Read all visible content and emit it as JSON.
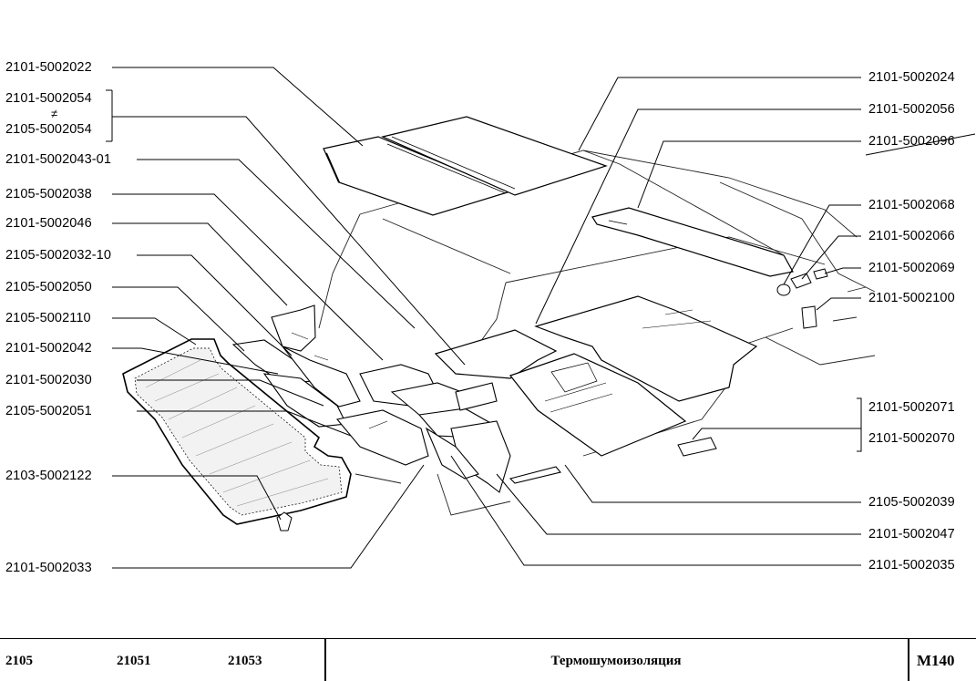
{
  "left_labels": [
    "2101-5002022",
    "2101-5002054",
    "2105-5002054",
    "2101-5002043-01",
    "2105-5002038",
    "2101-5002046",
    "2105-5002032-10",
    "2105-5002050",
    "2105-5002110",
    "2101-5002042",
    "2101-5002030",
    "2105-5002051",
    "2103-5002122",
    "2101-5002033"
  ],
  "right_labels": [
    "2101-5002024",
    "2101-5002056",
    "2101-5002096",
    "2101-5002068",
    "2101-5002066",
    "2101-5002069",
    "2101-5002100",
    "2101-5002071",
    "2101-5002070",
    "2105-5002039",
    "2101-5002047",
    "2101-5002035"
  ],
  "not_equal_symbol": "≠",
  "footer": {
    "models": [
      "2105",
      "21051",
      "21053"
    ],
    "title": "Термошумоизоляция",
    "code": "M140"
  }
}
